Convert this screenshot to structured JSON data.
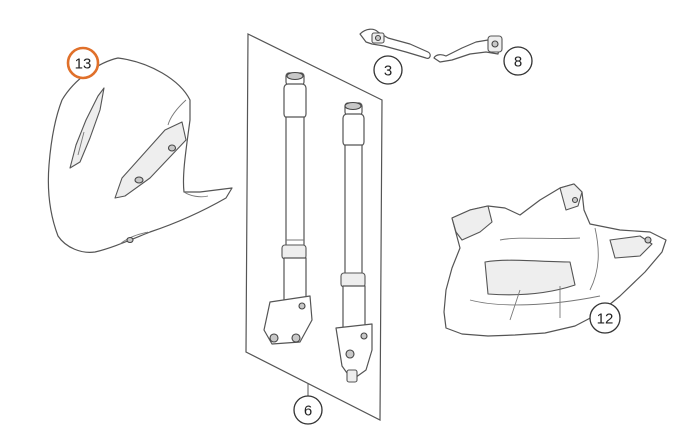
{
  "diagram": {
    "callouts": [
      {
        "id": "c13",
        "label": "13",
        "highlighted": true
      },
      {
        "id": "c6",
        "label": "6",
        "highlighted": false
      },
      {
        "id": "c3",
        "label": "3",
        "highlighted": false
      },
      {
        "id": "c8",
        "label": "8",
        "highlighted": false
      },
      {
        "id": "c12",
        "label": "12",
        "highlighted": false
      }
    ],
    "highlight_color": "#e0702a"
  }
}
